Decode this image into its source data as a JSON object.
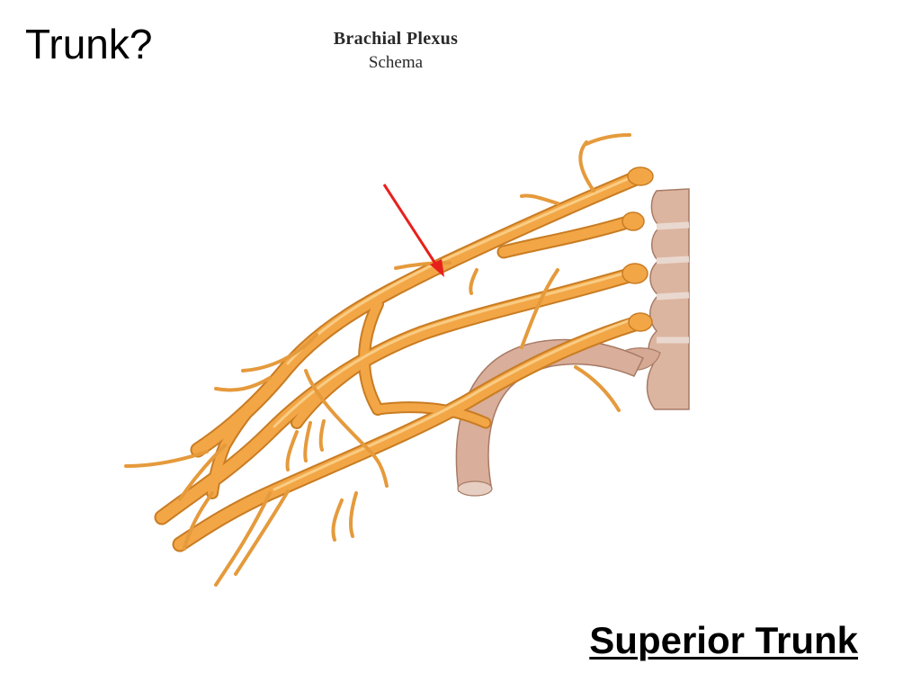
{
  "slide": {
    "title": "Trunk?",
    "answer": "Superior Trunk"
  },
  "figure": {
    "caption_title": "Brachial Plexus",
    "caption_subtitle": "Schema",
    "subject": "brachial-plexus-illustration",
    "pointer": "arrow-pointing-at-superior-trunk"
  },
  "colors": {
    "nerve": "#f2a646",
    "nerve_edge": "#c97c22",
    "nerve_highlight": "#fbd38f",
    "bone": "#dcb5a0",
    "bone_edge": "#a77b66",
    "bone_disc": "#e9d8cf",
    "arrow": "#e8201c",
    "text": "#000000"
  }
}
